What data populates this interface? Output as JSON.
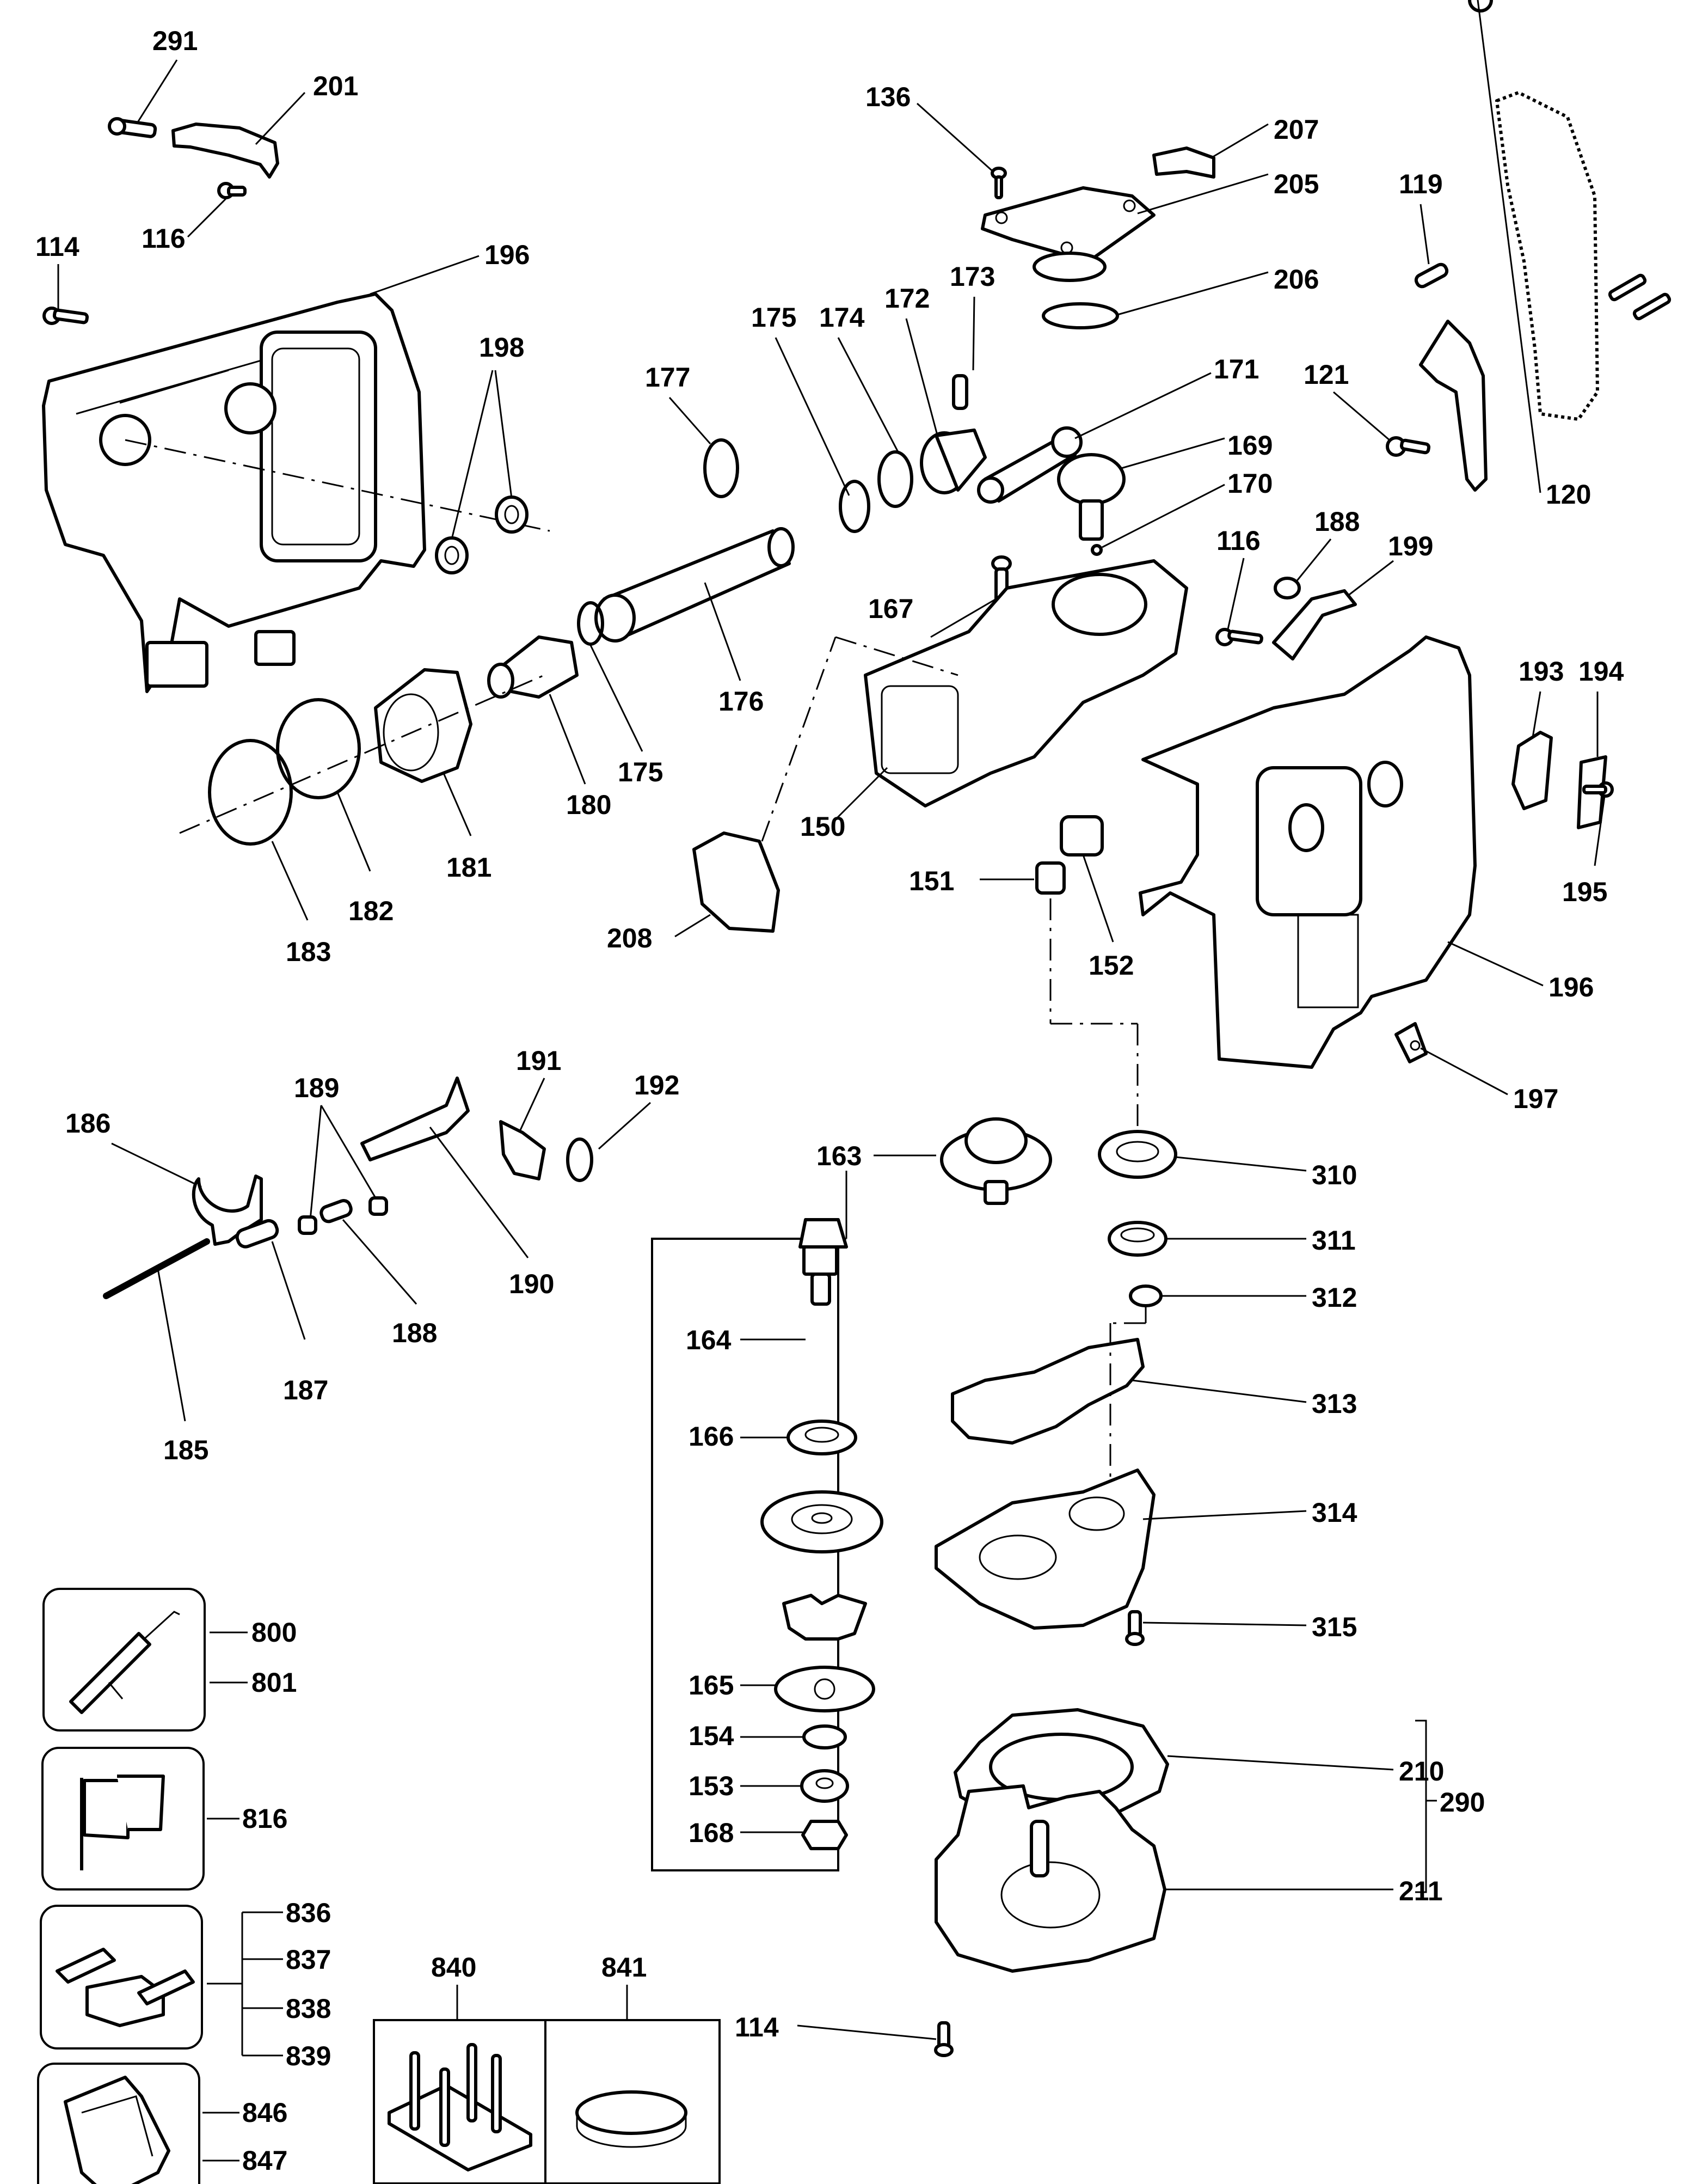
{
  "diagram": {
    "type": "exploded-parts-diagram",
    "callouts": [
      {
        "id": "c291",
        "label": "291"
      },
      {
        "id": "c201",
        "label": "201"
      },
      {
        "id": "c116a",
        "label": "116"
      },
      {
        "id": "c114a",
        "label": "114"
      },
      {
        "id": "c196a",
        "label": "196"
      },
      {
        "id": "c198",
        "label": "198"
      },
      {
        "id": "c136",
        "label": "136"
      },
      {
        "id": "c207",
        "label": "207"
      },
      {
        "id": "c205",
        "label": "205"
      },
      {
        "id": "c206",
        "label": "206"
      },
      {
        "id": "c173",
        "label": "173"
      },
      {
        "id": "c172",
        "label": "172"
      },
      {
        "id": "c174",
        "label": "174"
      },
      {
        "id": "c175a",
        "label": "175"
      },
      {
        "id": "c177",
        "label": "177"
      },
      {
        "id": "c171",
        "label": "171"
      },
      {
        "id": "c169",
        "label": "169"
      },
      {
        "id": "c170",
        "label": "170"
      },
      {
        "id": "c119",
        "label": "119"
      },
      {
        "id": "c121",
        "label": "121"
      },
      {
        "id": "c120",
        "label": "120"
      },
      {
        "id": "c116b",
        "label": "116"
      },
      {
        "id": "c188a",
        "label": "188"
      },
      {
        "id": "c199",
        "label": "199"
      },
      {
        "id": "c167",
        "label": "167"
      },
      {
        "id": "c176",
        "label": "176"
      },
      {
        "id": "c175b",
        "label": "175"
      },
      {
        "id": "c180",
        "label": "180"
      },
      {
        "id": "c181",
        "label": "181"
      },
      {
        "id": "c182",
        "label": "182"
      },
      {
        "id": "c183",
        "label": "183"
      },
      {
        "id": "c150",
        "label": "150"
      },
      {
        "id": "c208",
        "label": "208"
      },
      {
        "id": "c151",
        "label": "151"
      },
      {
        "id": "c152",
        "label": "152"
      },
      {
        "id": "c193",
        "label": "193"
      },
      {
        "id": "c194",
        "label": "194"
      },
      {
        "id": "c195",
        "label": "195"
      },
      {
        "id": "c196b",
        "label": "196"
      },
      {
        "id": "c197",
        "label": "197"
      },
      {
        "id": "c191",
        "label": "191"
      },
      {
        "id": "c192",
        "label": "192"
      },
      {
        "id": "c189",
        "label": "189"
      },
      {
        "id": "c186",
        "label": "186"
      },
      {
        "id": "c190",
        "label": "190"
      },
      {
        "id": "c188b",
        "label": "188"
      },
      {
        "id": "c187",
        "label": "187"
      },
      {
        "id": "c185",
        "label": "185"
      },
      {
        "id": "c163",
        "label": "163"
      },
      {
        "id": "c164",
        "label": "164"
      },
      {
        "id": "c166",
        "label": "166"
      },
      {
        "id": "c165",
        "label": "165"
      },
      {
        "id": "c154",
        "label": "154"
      },
      {
        "id": "c153",
        "label": "153"
      },
      {
        "id": "c168",
        "label": "168"
      },
      {
        "id": "c310",
        "label": "310"
      },
      {
        "id": "c311",
        "label": "311"
      },
      {
        "id": "c312",
        "label": "312"
      },
      {
        "id": "c313",
        "label": "313"
      },
      {
        "id": "c314",
        "label": "314"
      },
      {
        "id": "c315",
        "label": "315"
      },
      {
        "id": "c210",
        "label": "210"
      },
      {
        "id": "c211",
        "label": "211"
      },
      {
        "id": "c290",
        "label": "290"
      },
      {
        "id": "c114b",
        "label": "114"
      },
      {
        "id": "c800",
        "label": "800"
      },
      {
        "id": "c801",
        "label": "801"
      },
      {
        "id": "c816",
        "label": "816"
      },
      {
        "id": "c836",
        "label": "836"
      },
      {
        "id": "c837",
        "label": "837"
      },
      {
        "id": "c838",
        "label": "838"
      },
      {
        "id": "c839",
        "label": "839"
      },
      {
        "id": "c846",
        "label": "846"
      },
      {
        "id": "c847",
        "label": "847"
      },
      {
        "id": "c840",
        "label": "840"
      },
      {
        "id": "c841",
        "label": "841"
      }
    ]
  }
}
